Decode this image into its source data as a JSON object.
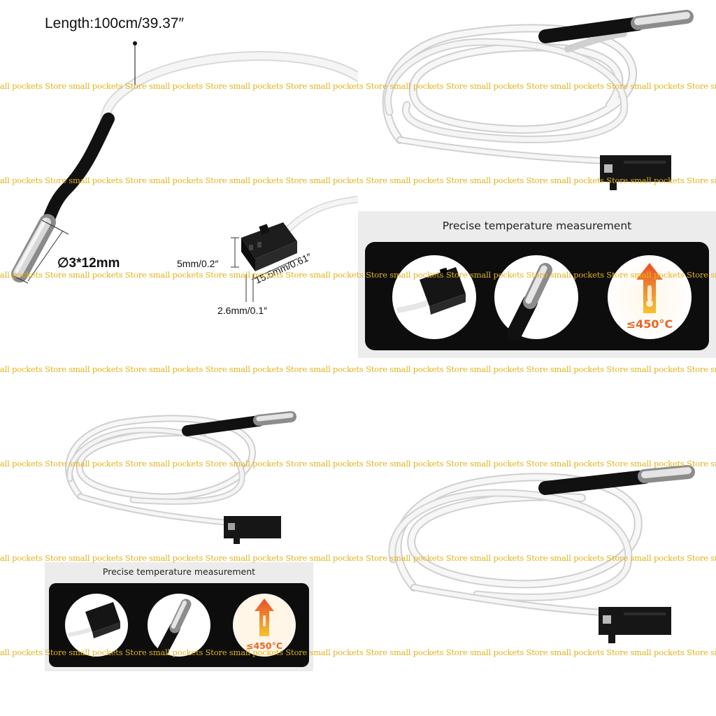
{
  "dimensions": {
    "length": "Length:100cm/39.37″",
    "probe": "∅3*12mm",
    "connector_height": "5mm/0.2″",
    "connector_length": "15.5mm/0.61″",
    "pin_pitch": "2.6mm/0.1″"
  },
  "panel_top": {
    "title": "Precise temperature measurement",
    "temp": "≤450°C"
  },
  "panel_bottom": {
    "title": "Precise temperature measurement",
    "temp": "≤450°C"
  },
  "watermark": "all pockets Store small pockets Store small pockets Store small pockets Store small pockets Store small pockets Store small pockets Store small pockets Store small pockets Store small pockets Store sm",
  "colors": {
    "watermark": "#e3b21a",
    "wire": "#f2f2f2",
    "panel_dark": "#0d0d0d",
    "heat_arrow": "#e8662a"
  }
}
